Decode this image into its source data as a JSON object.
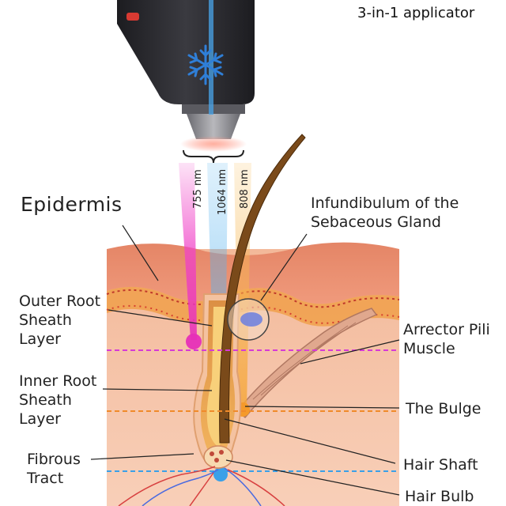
{
  "header": {
    "subtitle": "3-in-1 applicator"
  },
  "wavelengths": {
    "w755": "755 nm",
    "w1064": "1064 nm",
    "w808": "808 nm"
  },
  "labels": {
    "epidermis": "Epidermis",
    "infundibulum": "Infundibulum of the\nSebaceous Gland",
    "outer_root": "Outer Root\nSheath\nLayer",
    "arrector": "Arrector Pili\nMuscle",
    "inner_root": "Inner Root\nSheath\nLayer",
    "bulge": "The Bulge",
    "fibrous": "Fibrous\nTract",
    "hair_shaft": "Hair Shaft",
    "hair_bulb": "Hair Bulb"
  },
  "colors": {
    "beam_755": "#f043c8",
    "beam_1064": "#5fb8f0",
    "beam_808": "#f5a63a",
    "line_755": "#d63ad6",
    "line_808": "#f08a2a",
    "line_1064": "#3aa0e8",
    "applicator": "#2a2a2e",
    "snowflake": "#2f7fd8"
  },
  "icons": {
    "cooling": "snowflake-icon"
  }
}
